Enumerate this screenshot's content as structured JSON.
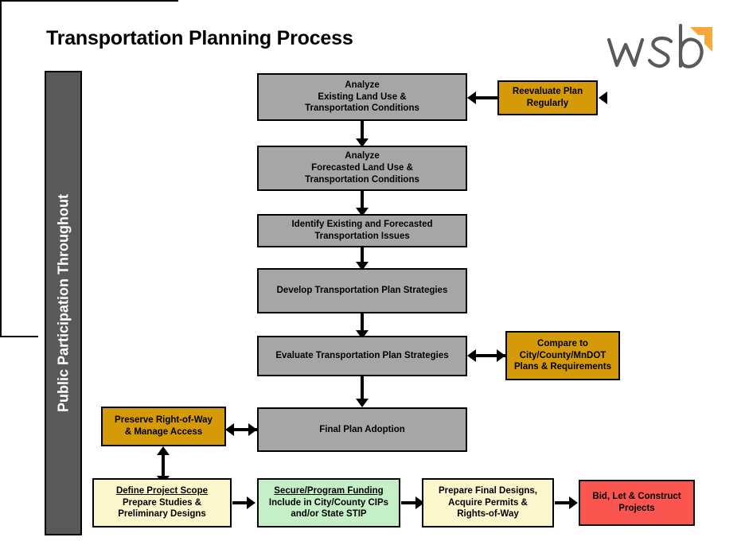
{
  "page": {
    "title": "Transportation Planning Process"
  },
  "logo": {
    "wordmark": "wsb",
    "arrow_color": "#f7a83c",
    "text_color": "#595959"
  },
  "sidebar": {
    "label": "Public Participation Throughout",
    "background": "#595959",
    "text_color": "#ffffff"
  },
  "palette": {
    "gray": "#a6a6a6",
    "gold": "#d49a08",
    "yellow": "#fbf6cc",
    "green": "#c5efc6",
    "red": "#fa564f",
    "border": "#000000"
  },
  "nodes": {
    "analyze_existing": {
      "lines": [
        "Analyze",
        "Existing Land Use &",
        "Transportation  Conditions"
      ],
      "fill": "gray"
    },
    "analyze_forecasted": {
      "lines": [
        "Analyze",
        "Forecasted Land Use &",
        "Transportation  Conditions"
      ],
      "fill": "gray"
    },
    "identify_issues": {
      "lines": [
        "Identify Existing and Forecasted",
        "Transportation  Issues"
      ],
      "fill": "gray"
    },
    "develop_strategies": {
      "lines": [
        "Develop Transportation  Plan Strategies"
      ],
      "fill": "gray"
    },
    "evaluate_strategies": {
      "lines": [
        "Evaluate Transportation  Plan Strategies"
      ],
      "fill": "gray"
    },
    "final_plan_adoption": {
      "lines": [
        "Final Plan Adoption"
      ],
      "fill": "gray"
    },
    "reevaluate_plan": {
      "lines": [
        "Reevaluate Plan",
        "Regularly"
      ],
      "fill": "gold"
    },
    "compare_to_agencies": {
      "lines": [
        "Compare to",
        "City/County/MnDOT",
        "Plans & Requirements"
      ],
      "fill": "gold"
    },
    "preserve_row": {
      "lines": [
        "Preserve Right-of-Way",
        "& Manage Access"
      ],
      "fill": "gold"
    },
    "define_project_scope": {
      "lines": [
        " Define Project Scope",
        "Prepare Studies &",
        "Preliminary Designs"
      ],
      "fill": "yellow",
      "underline_first": true
    },
    "secure_funding": {
      "lines": [
        "Secure/Program Funding",
        "Include in City/County  CIPs",
        "and/or State STIP"
      ],
      "fill": "green",
      "underline_first": true
    },
    "prepare_final_designs": {
      "lines": [
        "Prepare Final Designs,",
        "Acquire Permits &",
        "Rights-of-Way"
      ],
      "fill": "yellow"
    },
    "bid_let_construct": {
      "lines": [
        "Bid, Let & Construct",
        "Projects"
      ],
      "fill": "red"
    }
  }
}
